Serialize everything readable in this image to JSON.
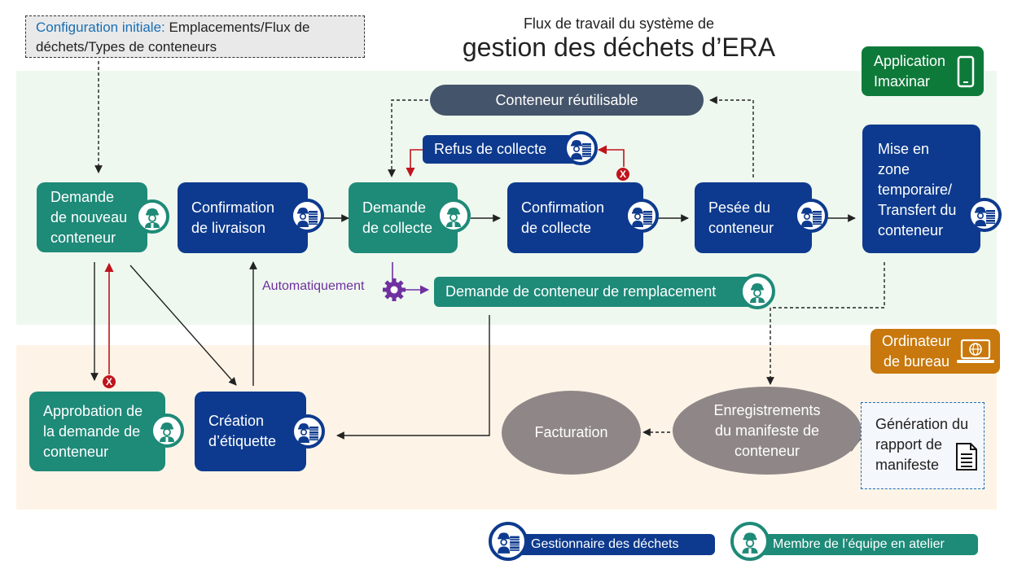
{
  "title": {
    "line1": "Flux de travail du système de",
    "line2": "gestion des déchets d’ERA"
  },
  "config": {
    "label": "Configuration initiale:",
    "text1": " Emplacements/Flux de",
    "text2": "déchets/Types de conteneurs"
  },
  "platforms": {
    "app_line1": "Application",
    "app_line2": "Imaxinar",
    "desk_line1": "Ordinateur",
    "desk_line2": "de bureau"
  },
  "nodes": {
    "demande_nouveau": [
      "Demande",
      "de nouveau",
      "conteneur"
    ],
    "confirmation_livraison": [
      "Confirmation",
      "de livraison"
    ],
    "demande_collecte": [
      "Demande",
      "de collecte"
    ],
    "confirmation_collecte": [
      "Confirmation",
      "de collecte"
    ],
    "pesee": [
      "Pesée du",
      "conteneur"
    ],
    "mise_en_zone": [
      "Mise en",
      "zone",
      "temporaire/",
      "Transfert du",
      "conteneur"
    ],
    "approbation": [
      "Approbation de",
      "la demande de",
      "conteneur"
    ],
    "creation_etiquette": [
      "Création",
      "d’étiquette"
    ],
    "conteneur_reutilisable": "Conteneur réutilisable",
    "refus_collecte": "Refus de collecte",
    "remplacement": "Demande de conteneur de remplacement",
    "facturation": "Facturation",
    "enregistrements": [
      "Enregistrements",
      "du manifeste de",
      "conteneur"
    ],
    "generation": [
      "Génération du",
      "rapport de",
      "manifeste"
    ]
  },
  "automatic_label": "Automatiquement",
  "reject_mark": "X",
  "legend": {
    "manager": "Gestionnaire des déchets",
    "member": "Membre de l’équipe en atelier"
  },
  "colors": {
    "teal": "#1e8a78",
    "navy": "#0d3a8e",
    "gray_pill": "#44546a",
    "ellipse": "#8f8787",
    "app_green": "#0e7a3a",
    "desk_orange": "#c8780c",
    "reject_red": "#c0141c",
    "auto_purple": "#7030a0",
    "config_blue": "#1a6fb5"
  },
  "icons": {
    "member": "worker-helmet-icon",
    "manager": "worker-bins-icon",
    "phone": "smartphone-icon",
    "laptop": "laptop-globe-icon",
    "gear": "gear-icon",
    "document": "document-icon"
  }
}
